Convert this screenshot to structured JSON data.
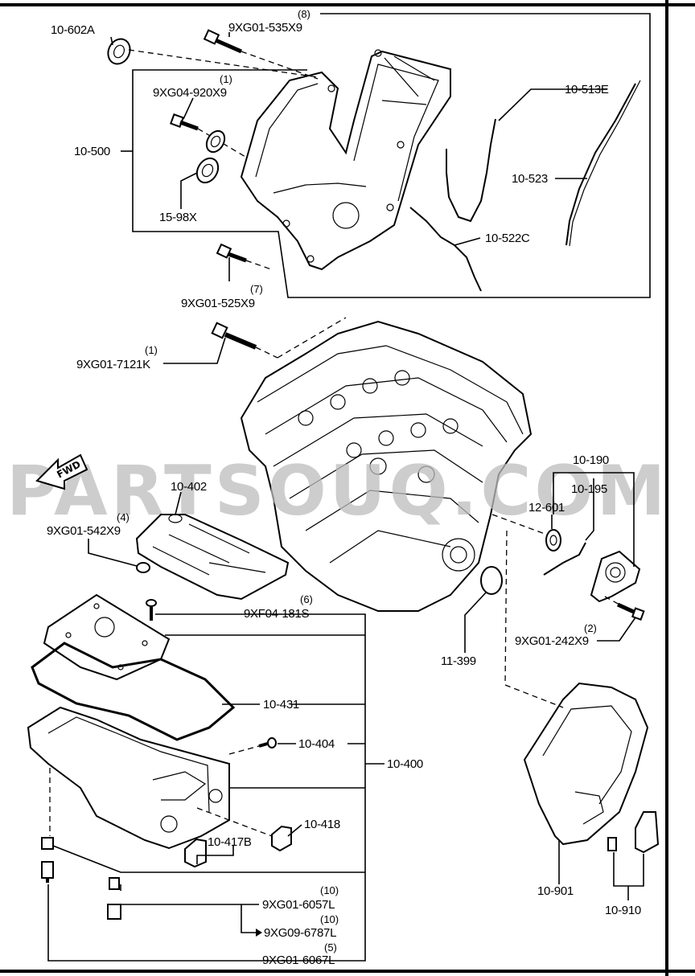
{
  "watermark": "PARTSOUQ.COM",
  "fwd_label": "FWD",
  "labels": {
    "p10602A": "10-602A",
    "p9XG01535X9": "9XG01-535X9",
    "q8": "(8)",
    "p9XG04920X9": "9XG04-920X9",
    "q1a": "(1)",
    "p10500": "10-500",
    "p1598X": "15-98X",
    "p10513E": "10-513E",
    "p10523": "10-523",
    "p10522C": "10-522C",
    "p9XG01525X9": "9XG01-525X9",
    "q7": "(7)",
    "p9XG017121K": "9XG01-7121K",
    "q1b": "(1)",
    "p10402": "10-402",
    "p9XG01542X9": "9XG01-542X9",
    "q4": "(4)",
    "p10190": "10-190",
    "p10195": "10-195",
    "p12601": "12-601",
    "p9XG01242X9": "9XG01-242X9",
    "q2": "(2)",
    "p9XF04181S": "9XF04-181S",
    "q6": "(6)",
    "p11399": "11-399",
    "p10431": "10-431",
    "p10404": "10-404",
    "p10400": "10-400",
    "p10418": "10-418",
    "p10417B": "10-417B",
    "p10901": "10-901",
    "p10910": "10-910",
    "p9XG016057L": "9XG01-6057L",
    "q10a": "(10)",
    "p9XG096787L": "9XG09-6787L",
    "q10b": "(10)",
    "p9XG016067L": "9XG01-6067L",
    "q5": "(5)"
  }
}
